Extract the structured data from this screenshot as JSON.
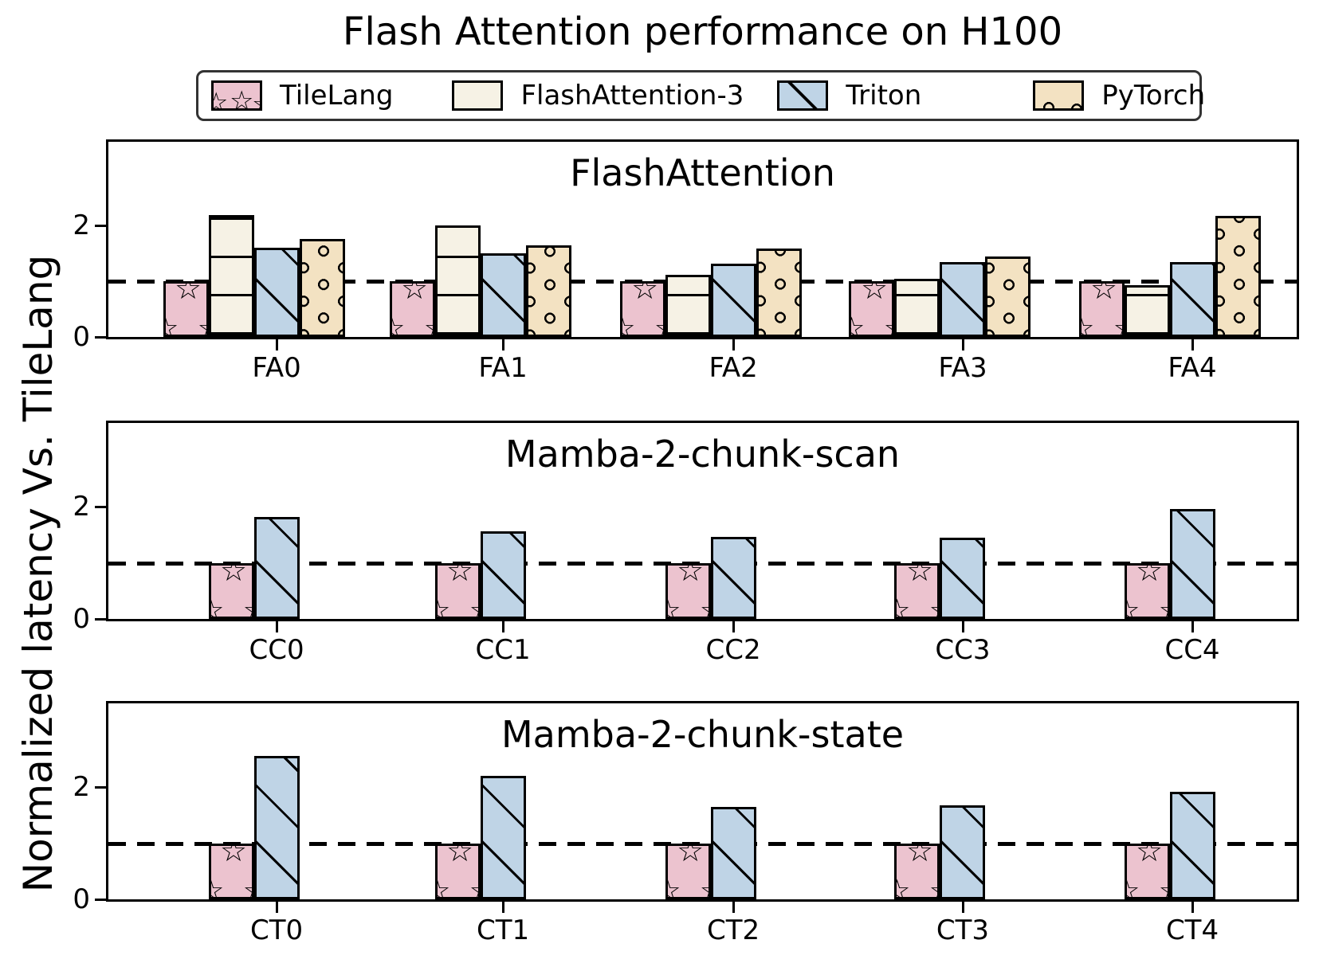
{
  "title": "Flash Attention performance on H100",
  "ylabel": "Normalized latency Vs. TileLang",
  "colors": {
    "tilelang_pink": "#ecc3cf",
    "flashattention3_cream": "#f6f2e5",
    "triton_blue": "#bfd4e6",
    "pytorch_tan": "#f3e2c2",
    "edge_black": "#000000",
    "legend_border_gray": "#333333"
  },
  "legend": {
    "items": [
      {
        "label": "TileLang",
        "fill": "#ecc3cf",
        "hatch": "stars"
      },
      {
        "label": "FlashAttention-3",
        "fill": "#f6f2e5",
        "hatch": "hlines"
      },
      {
        "label": "Triton",
        "fill": "#bfd4e6",
        "hatch": "diag"
      },
      {
        "label": "PyTorch",
        "fill": "#f3e2c2",
        "hatch": "dots"
      }
    ]
  },
  "chart_data": [
    {
      "type": "bar",
      "title": "FlashAttention",
      "categories": [
        "FA0",
        "FA1",
        "FA2",
        "FA3",
        "FA4"
      ],
      "series": [
        {
          "name": "TileLang",
          "values": [
            1.0,
            1.0,
            1.0,
            1.0,
            1.0
          ]
        },
        {
          "name": "FlashAttention-3",
          "values": [
            2.18,
            2.0,
            1.11,
            1.05,
            0.93
          ]
        },
        {
          "name": "Triton",
          "values": [
            1.6,
            1.5,
            1.31,
            1.34,
            1.35
          ]
        },
        {
          "name": "PyTorch",
          "values": [
            1.76,
            1.65,
            1.58,
            1.45,
            2.17
          ]
        }
      ],
      "ylabel_ticks": [
        "0",
        "2"
      ],
      "ylim": [
        0,
        3.5
      ],
      "yticks": [
        0,
        2
      ],
      "reference_line_y": 1.0,
      "grid": false
    },
    {
      "type": "bar",
      "title": "Mamba-2-chunk-scan",
      "categories": [
        "CC0",
        "CC1",
        "CC2",
        "CC3",
        "CC4"
      ],
      "series": [
        {
          "name": "TileLang",
          "values": [
            1.0,
            1.0,
            1.0,
            1.0,
            1.0
          ]
        },
        {
          "name": "Triton",
          "values": [
            1.82,
            1.57,
            1.47,
            1.45,
            1.97
          ]
        }
      ],
      "ylabel_ticks": [
        "0",
        "2"
      ],
      "ylim": [
        0,
        3.5
      ],
      "yticks": [
        0,
        2
      ],
      "reference_line_y": 1.0,
      "grid": false
    },
    {
      "type": "bar",
      "title": "Mamba-2-chunk-state",
      "categories": [
        "CT0",
        "CT1",
        "CT2",
        "CT3",
        "CT4"
      ],
      "series": [
        {
          "name": "TileLang",
          "values": [
            1.0,
            1.0,
            1.0,
            1.0,
            1.0
          ]
        },
        {
          "name": "Triton",
          "values": [
            2.56,
            2.21,
            1.65,
            1.68,
            1.92
          ]
        }
      ],
      "ylabel_ticks": [
        "0",
        "2"
      ],
      "ylim": [
        0,
        3.5
      ],
      "yticks": [
        0,
        2
      ],
      "reference_line_y": 1.0,
      "grid": false
    }
  ]
}
